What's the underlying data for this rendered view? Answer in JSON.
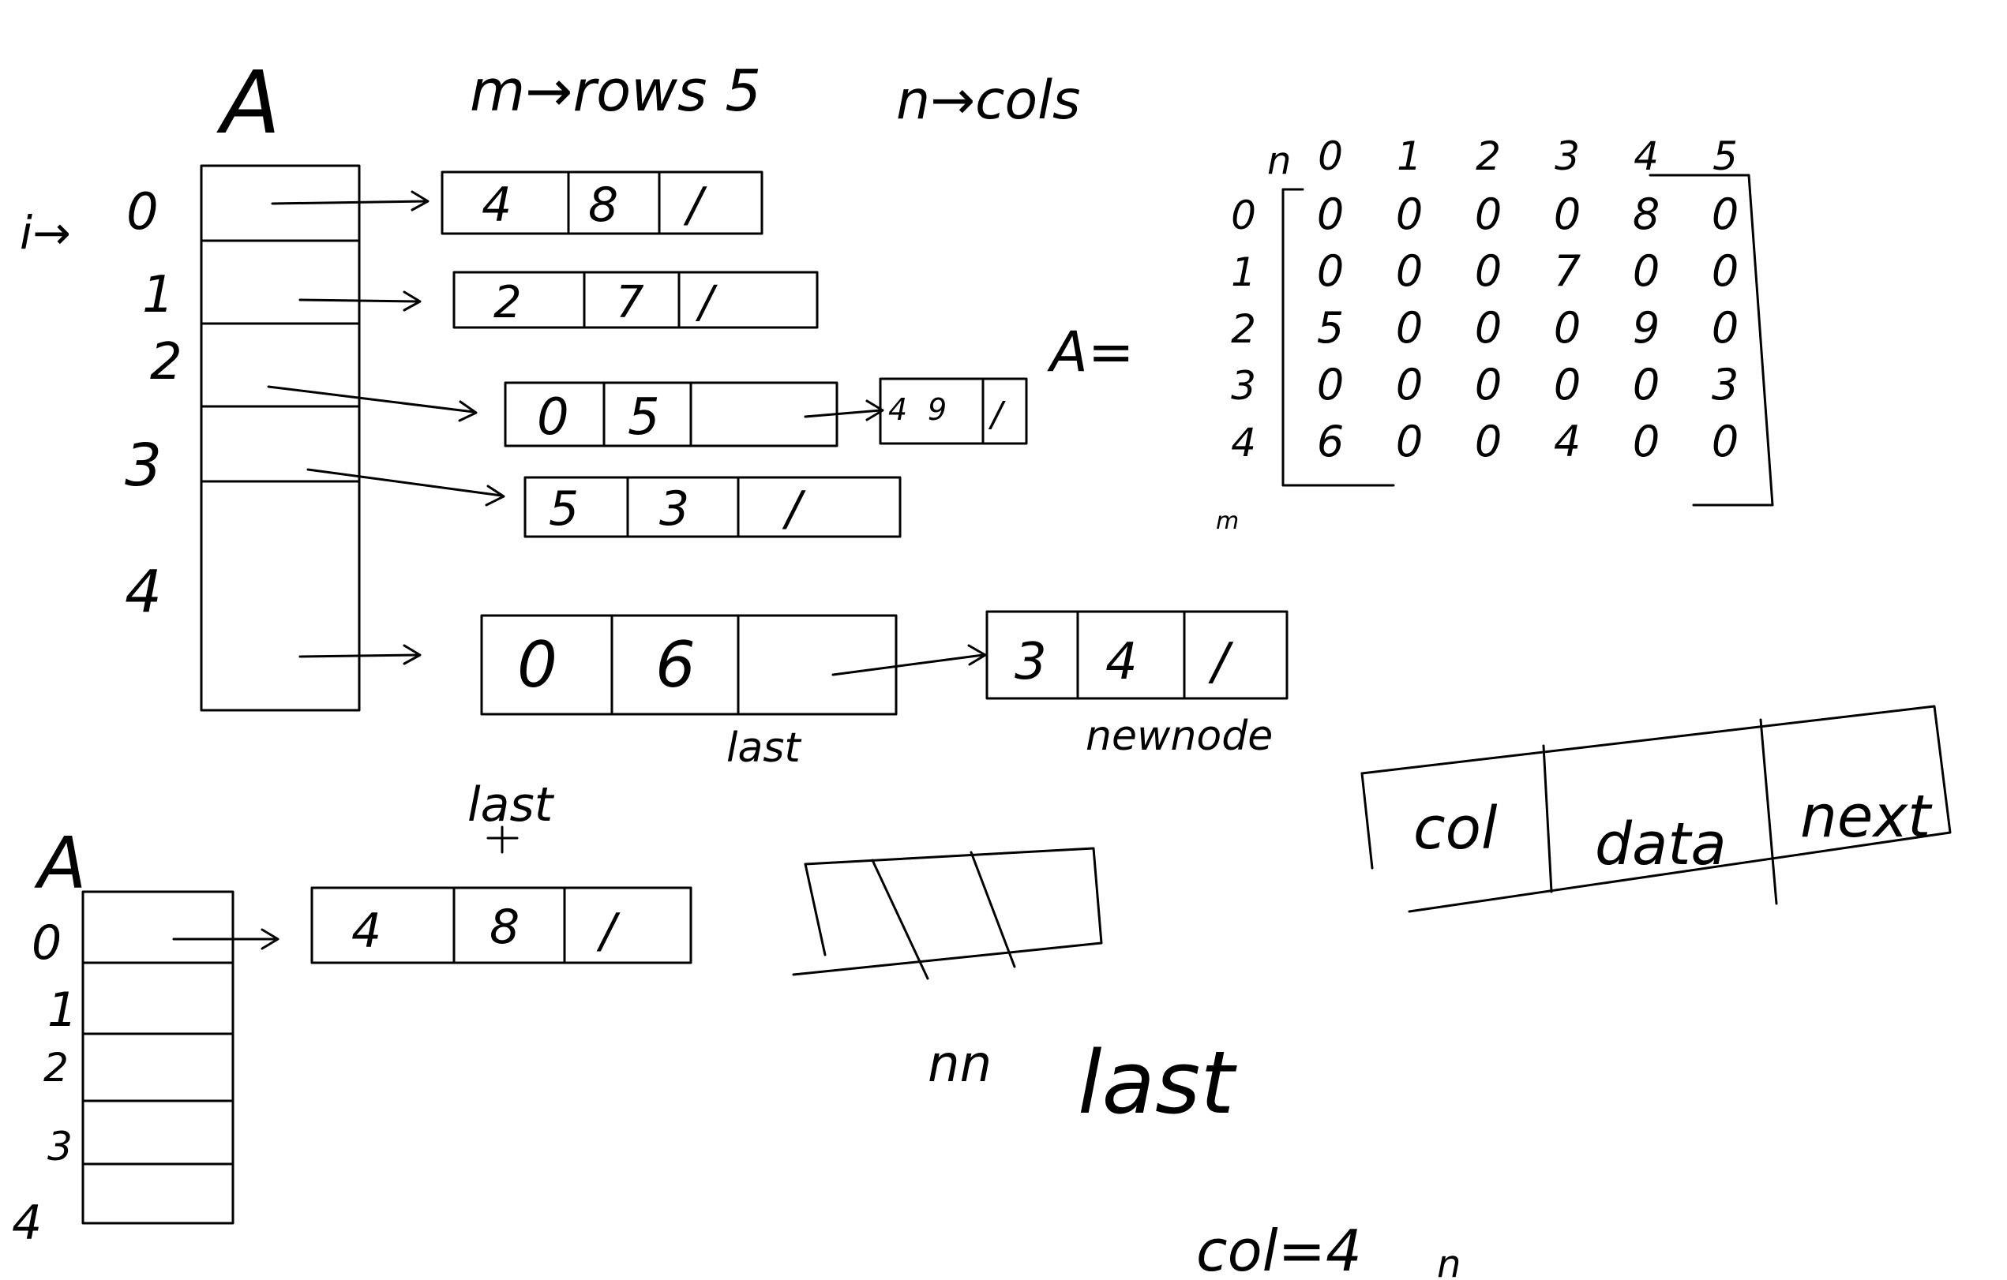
{
  "colors": {
    "ink": "#000000",
    "paper": "#ffffff"
  },
  "header": {
    "array_name": "A",
    "rows_note": "m→rows 5",
    "cols_note": "n→cols",
    "assign": "A="
  },
  "top_array": {
    "side_label": "i→",
    "indices": [
      "0",
      "1",
      "2",
      "3",
      "4"
    ]
  },
  "row_lists": [
    {
      "nodes": [
        {
          "col": "4",
          "val": "8"
        }
      ]
    },
    {
      "nodes": [
        {
          "col": "2",
          "val": "7"
        }
      ]
    },
    {
      "nodes": [
        {
          "col": "0",
          "val": "5"
        },
        {
          "col": "4",
          "val": "9"
        }
      ]
    },
    {
      "nodes": [
        {
          "col": "5",
          "val": "3"
        }
      ]
    },
    {
      "nodes": [
        {
          "col": "0",
          "val": "6"
        },
        {
          "col": "3",
          "val": "4"
        }
      ]
    }
  ],
  "null_mark": "/",
  "labels": {
    "last_under": "last",
    "newnode": "newnode",
    "last_lower": "last",
    "nn": "nn",
    "last_big": "last",
    "col_note": "col=4",
    "n_small": "n",
    "m_small": "m",
    "n_corner": "n"
  },
  "matrix": {
    "col_headers": [
      "0",
      "1",
      "2",
      "3",
      "4",
      "5"
    ],
    "row_headers": [
      "0",
      "1",
      "2",
      "3",
      "4"
    ],
    "rows": [
      [
        "0",
        "0",
        "0",
        "0",
        "8",
        "0"
      ],
      [
        "0",
        "0",
        "0",
        "7",
        "0",
        "0"
      ],
      [
        "5",
        "0",
        "0",
        "0",
        "9",
        "0"
      ],
      [
        "0",
        "0",
        "0",
        "0",
        "0",
        "3"
      ],
      [
        "6",
        "0",
        "0",
        "4",
        "0",
        "0"
      ]
    ]
  },
  "node_template": {
    "fields": [
      "col",
      "data",
      "next"
    ]
  },
  "bottom_array": {
    "name": "A",
    "indices": [
      "0",
      "1",
      "2",
      "3",
      "4"
    ],
    "node": {
      "col": "4",
      "val": "8"
    }
  }
}
